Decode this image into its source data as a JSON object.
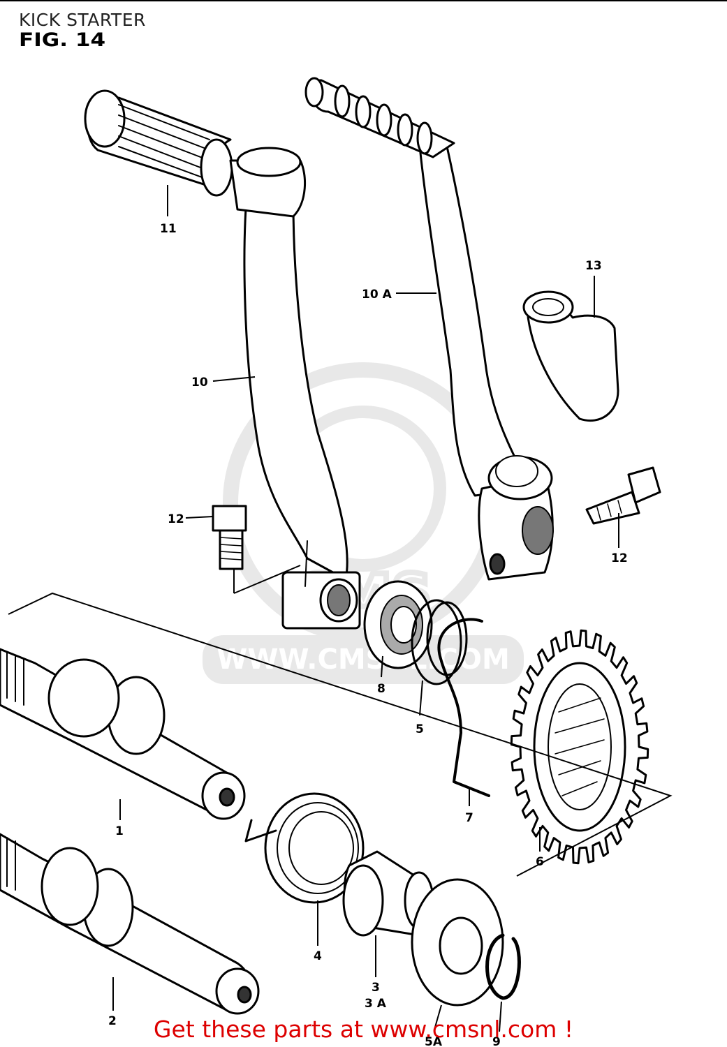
{
  "header": {
    "title": "KICK STARTER",
    "figure": "FIG. 14"
  },
  "callouts": [
    {
      "id": "11",
      "label": "11"
    },
    {
      "id": "10A",
      "label": "10 A"
    },
    {
      "id": "13",
      "label": "13"
    },
    {
      "id": "10",
      "label": "10"
    },
    {
      "id": "12a",
      "label": "12"
    },
    {
      "id": "12b",
      "label": "12"
    },
    {
      "id": "8",
      "label": "8"
    },
    {
      "id": "5",
      "label": "5"
    },
    {
      "id": "7",
      "label": "7"
    },
    {
      "id": "6",
      "label": "6"
    },
    {
      "id": "1",
      "label": "1"
    },
    {
      "id": "4",
      "label": "4"
    },
    {
      "id": "3",
      "label": "3"
    },
    {
      "id": "3A",
      "label": "3 A"
    },
    {
      "id": "5A",
      "label": "5A"
    },
    {
      "id": "2",
      "label": "2"
    },
    {
      "id": "9",
      "label": "9"
    }
  ],
  "watermark": {
    "text": "WWW.CMSNL.COM",
    "logo": "CMS"
  },
  "footer": {
    "text": "Get these parts at www.cmsnl.com !"
  },
  "colors": {
    "line": "#000000",
    "footer": "#dd0000",
    "watermark": "#e4e4e4"
  }
}
